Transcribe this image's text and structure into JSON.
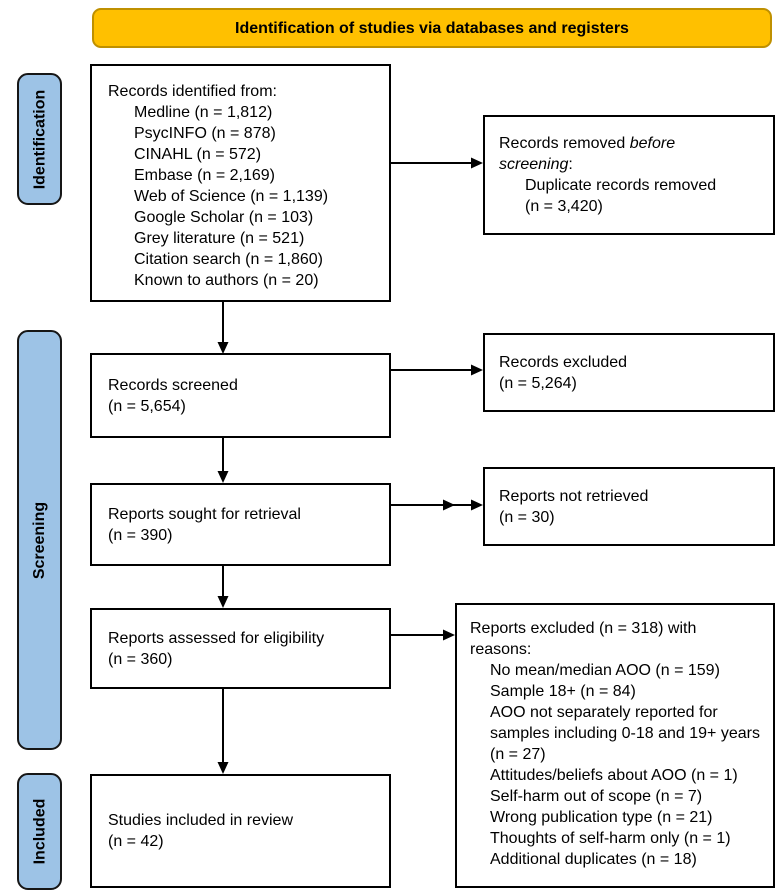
{
  "banner": {
    "label": "Identification of studies via databases and registers"
  },
  "sidebar": {
    "stages": [
      {
        "label": "Identification"
      },
      {
        "label": "Screening"
      },
      {
        "label": "Included"
      }
    ]
  },
  "flow": {
    "identified": {
      "title": "Records identified from:",
      "items": [
        "Medline (n = 1,812)",
        "PsycINFO (n = 878)",
        "CINAHL (n = 572)",
        "Embase (n = 2,169)",
        "Web of Science (n = 1,139)",
        "Google Scholar (n = 103)",
        "Grey literature (n = 521)",
        "Citation search (n = 1,860)",
        "Known to authors (n = 20)"
      ]
    },
    "screened": {
      "lines": [
        "Records screened",
        "(n = 5,654)"
      ]
    },
    "sought": {
      "lines": [
        "Reports sought for retrieval",
        "(n = 390)"
      ]
    },
    "assessed": {
      "lines": [
        "Reports assessed for eligibility",
        "(n = 360)"
      ]
    },
    "included": {
      "lines": [
        "Studies included in review",
        "(n = 42)"
      ]
    },
    "removed_before_screening": {
      "title_part1": "Records removed ",
      "title_part2_italic": "before",
      "title_part3_italic": "screening",
      "title_part4": ":",
      "item_line1": "Duplicate records removed",
      "item_line2": "(n = 3,420)"
    },
    "records_excluded": {
      "lines": [
        "Records excluded",
        "(n = 5,264)"
      ]
    },
    "not_retrieved": {
      "lines": [
        "Reports not retrieved",
        "(n = 30)"
      ]
    },
    "reports_excluded": {
      "title_lines": [
        "Reports excluded (n = 318) with",
        "reasons:"
      ],
      "items": [
        "No mean/median AOO (n = 159)",
        "Sample 18+ (n = 84)",
        "AOO not separately reported for samples including 0-18 and 19+ years (n = 27)",
        "Attitudes/beliefs about AOO (n = 1)",
        "Self-harm out of scope (n = 7)",
        "Wrong publication type (n = 21)",
        "Thoughts of self-harm only (n = 1)",
        "Additional duplicates (n = 18)"
      ]
    }
  },
  "colors": {
    "banner_fill": "#FFC000",
    "banner_border": "#BF9000",
    "stage_fill": "#9DC3E6",
    "box_border": "#000000",
    "arrow": "#000000"
  }
}
